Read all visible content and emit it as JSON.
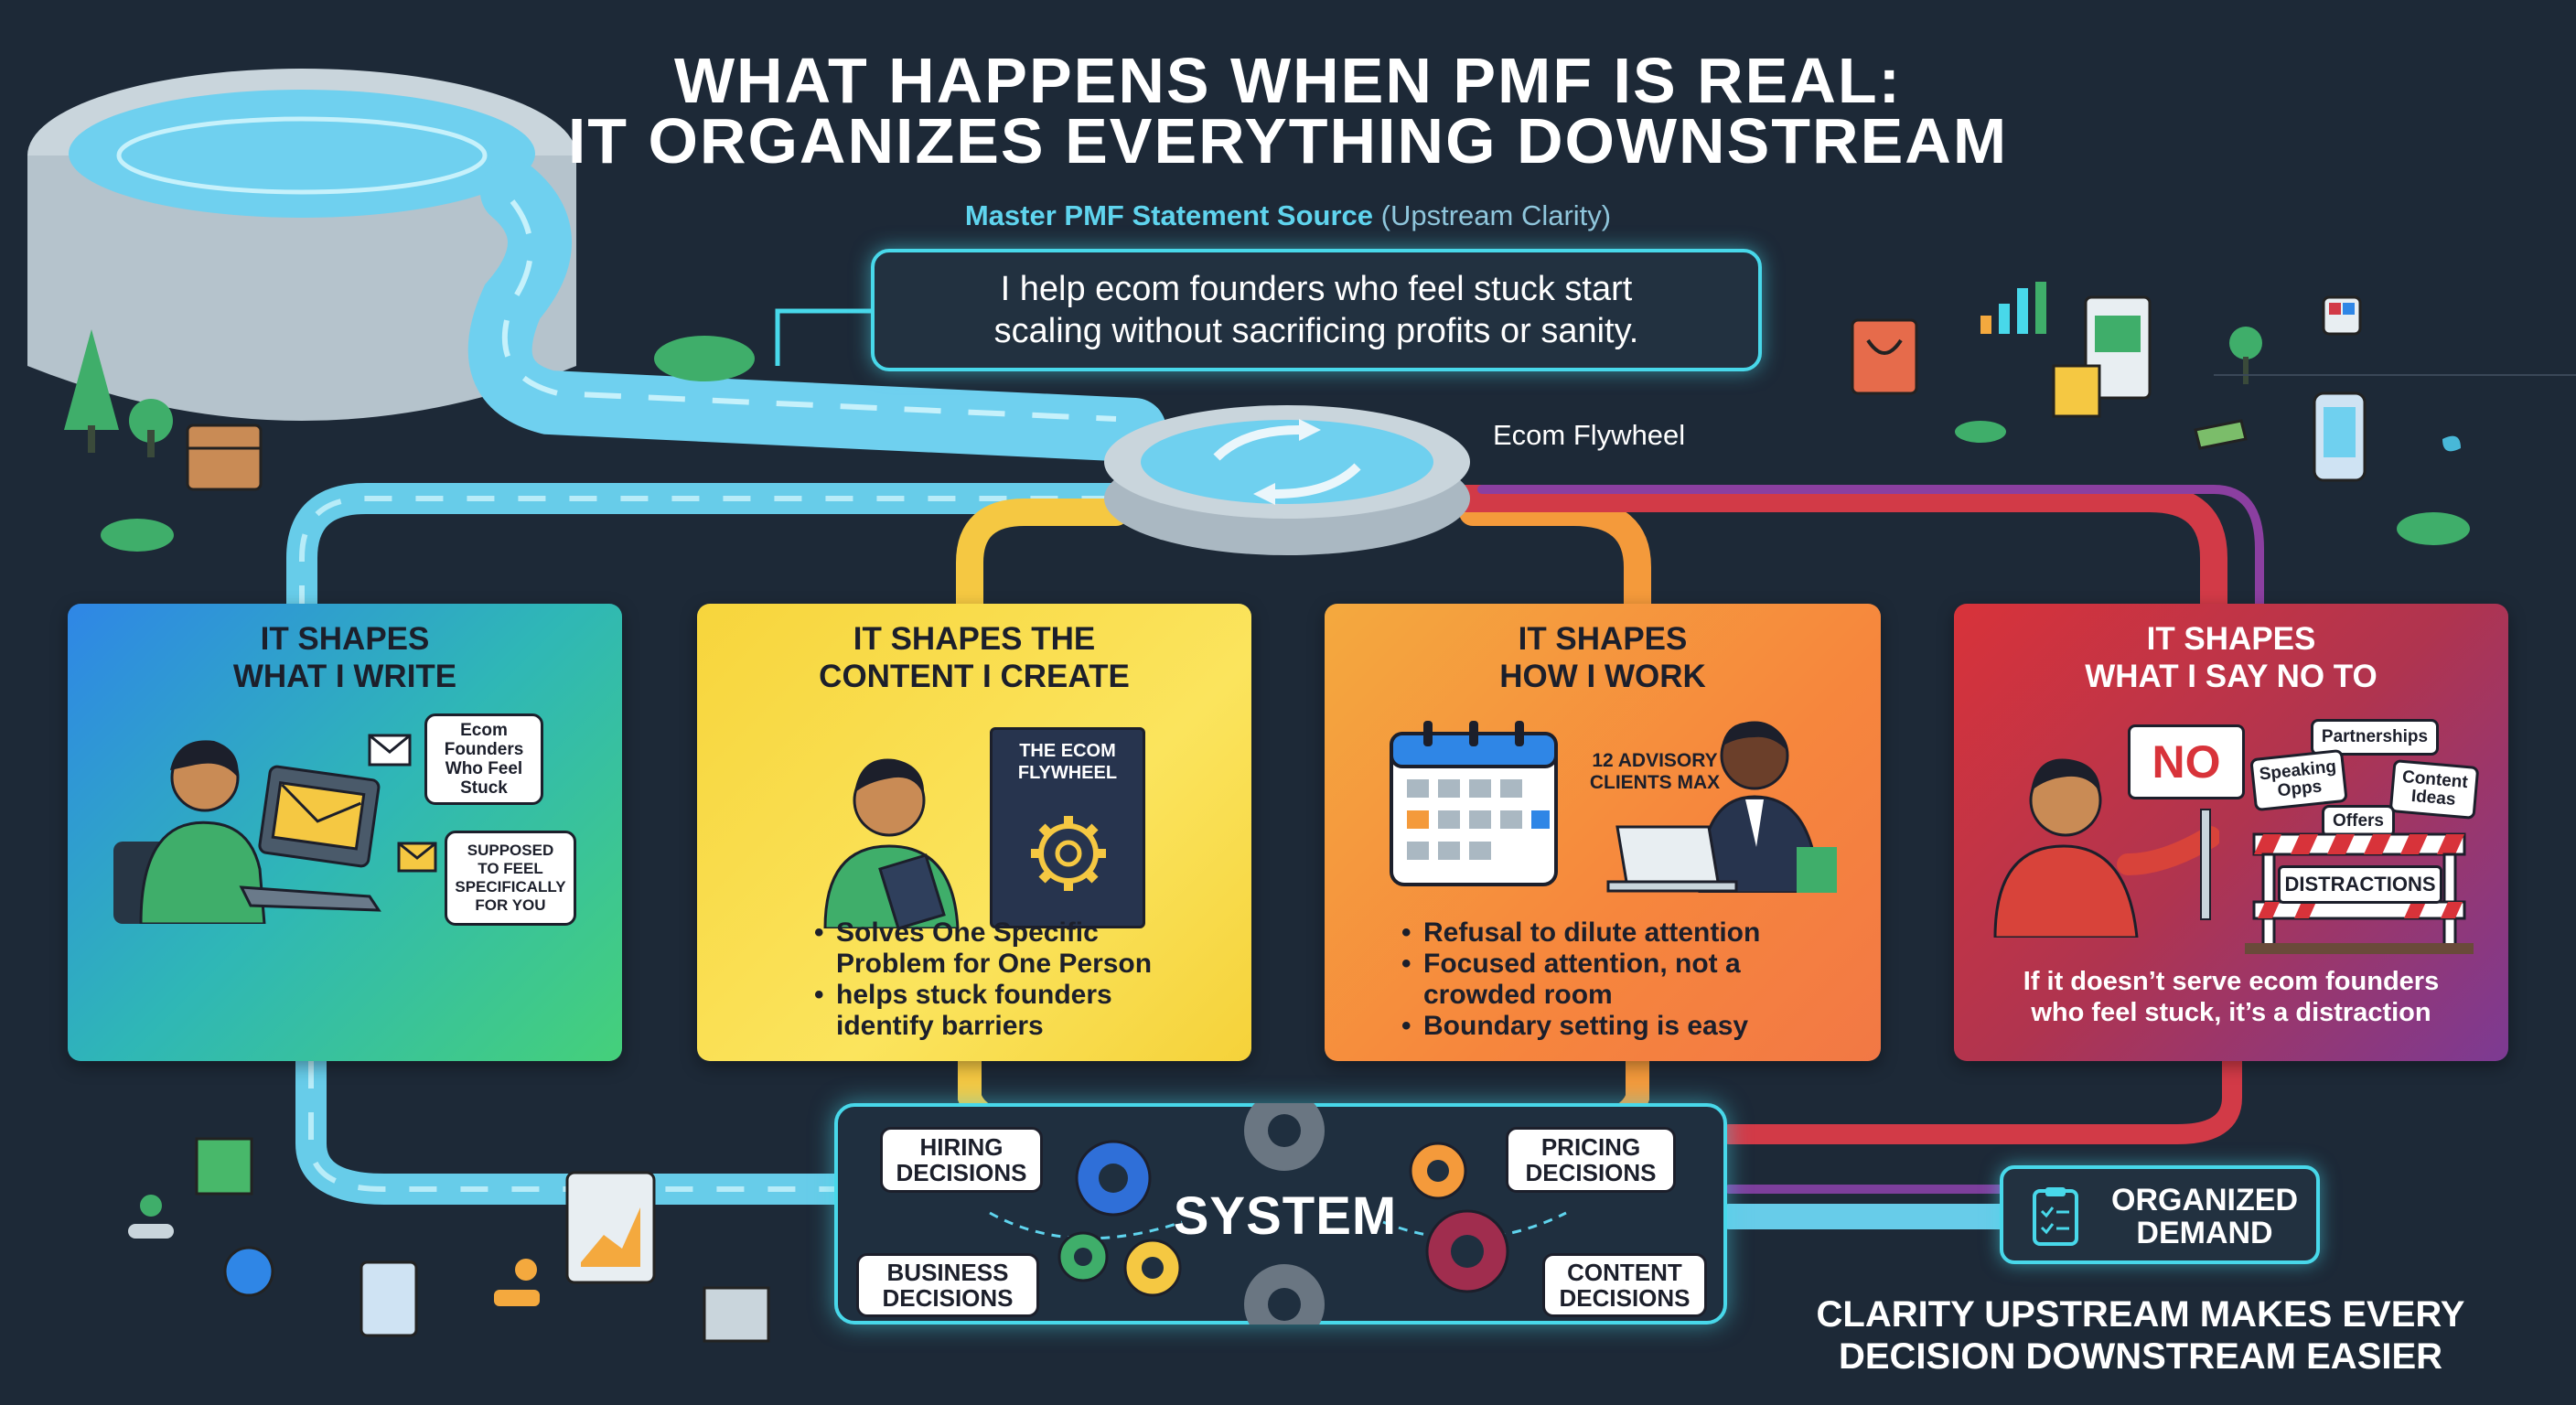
{
  "title": {
    "line1": "WHAT HAPPENS WHEN PMF IS REAL:",
    "line2": "IT ORGANIZES EVERYTHING DOWNSTREAM"
  },
  "source": {
    "label": "Master PMF Statement Source",
    "note": "(Upstream Clarity)",
    "statement_line1": "I help ecom founders who feel stuck start",
    "statement_line2": "scaling without sacrificing profits or sanity."
  },
  "flywheel": {
    "label": "Ecom Flywheel"
  },
  "cards": {
    "write": {
      "title_line1": "IT SHAPES",
      "title_line2": "WHAT I WRITE",
      "bubble1_line1": "Ecom",
      "bubble1_line2": "Founders",
      "bubble1_line3": "Who Feel",
      "bubble1_line4": "Stuck",
      "bubble2_line1": "SUPPOSED",
      "bubble2_line2": "TO FEEL",
      "bubble2_line3": "SPECIFICALLY",
      "bubble2_line4": "FOR YOU"
    },
    "content": {
      "title_line1": "IT SHAPES THE",
      "title_line2": "CONTENT I CREATE",
      "book_line1": "THE ECOM",
      "book_line2": "FLYWHEEL",
      "bullet1_line1": "Solves One Specific",
      "bullet1_line2": "Problem for One Person",
      "bullet2_line1": "helps stuck founders",
      "bullet2_line2": "identify barriers"
    },
    "work": {
      "title_line1": "IT SHAPES",
      "title_line2": "HOW I WORK",
      "clients_line1": "12 ADVISORY",
      "clients_line2": "CLIENTS MAX",
      "bullet1": "Refusal to dilute attention",
      "bullet2_line1": "Focused attention, not a",
      "bullet2_line2": "crowded room",
      "bullet3": "Boundary setting is easy"
    },
    "no": {
      "title_line1": "IT SHAPES",
      "title_line2": "WHAT I SAY NO TO",
      "sign": "NO",
      "tag_partnerships": "Partnerships",
      "tag_speaking_line1": "Speaking",
      "tag_speaking_line2": "Opps",
      "tag_content_line1": "Content",
      "tag_content_line2": "Ideas",
      "tag_offers": "Offers",
      "barrier": "DISTRACTIONS",
      "caption_line1": "If it doesn’t serve ecom founders",
      "caption_line2": "who feel stuck, it’s a distraction"
    }
  },
  "system": {
    "title": "SYSTEM",
    "hiring_line1": "HIRING",
    "hiring_line2": "DECISIONS",
    "pricing_line1": "PRICING",
    "pricing_line2": "DECISIONS",
    "business_line1": "BUSINESS",
    "business_line2": "DECISIONS",
    "content_line1": "CONTENT",
    "content_line2": "DECISIONS"
  },
  "organized": {
    "line1": "ORGANIZED",
    "line2": "DEMAND"
  },
  "footer": {
    "line1": "CLARITY UPSTREAM MAKES EVERY",
    "line2": "DECISION DOWNSTREAM EASIER"
  },
  "colors": {
    "background": "#1d2937",
    "water": "#7fd8f0",
    "neon": "#48d8ea",
    "card_write": "#2fb7b6",
    "card_content": "#f7d53c",
    "card_work": "#f6863d",
    "card_no": "#b0344f"
  }
}
